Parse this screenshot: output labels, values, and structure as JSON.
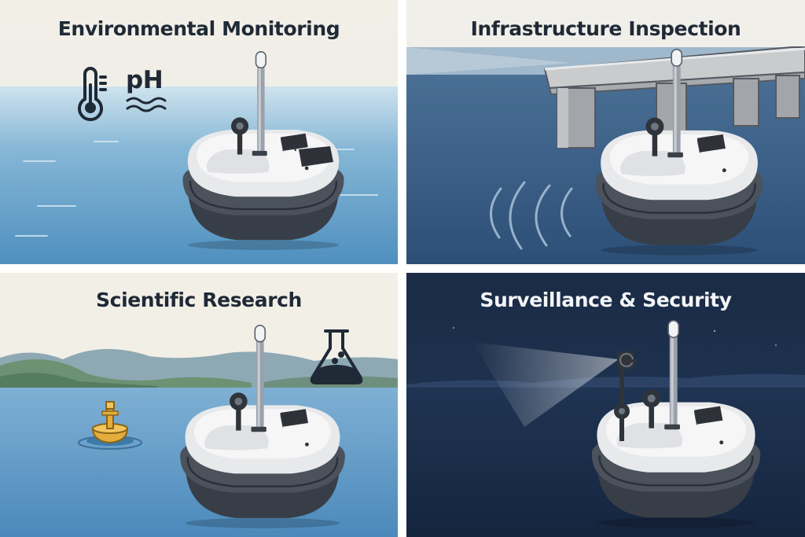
{
  "panels": [
    {
      "title": "Environmental Monitoring",
      "badge": "pH",
      "icons": [
        "thermometer-icon",
        "water-waves-icon"
      ]
    },
    {
      "title": "Infrastructure Inspection",
      "icons": [
        "sonar-waves-icon"
      ]
    },
    {
      "title": "Scientific Research",
      "icons": [
        "flask-icon"
      ]
    },
    {
      "title": "Surveillance & Security",
      "icons": [
        "spotlight-camera-icon"
      ]
    }
  ],
  "colors": {
    "ink": "#1f2a36",
    "water_light": "#5f9ec9",
    "water_inspection": "#31577f",
    "night_sky": "#17263f",
    "hull_dark": "#3b424c",
    "deck_white": "#f1f2f4",
    "buoy_yellow": "#e3ad3c"
  }
}
